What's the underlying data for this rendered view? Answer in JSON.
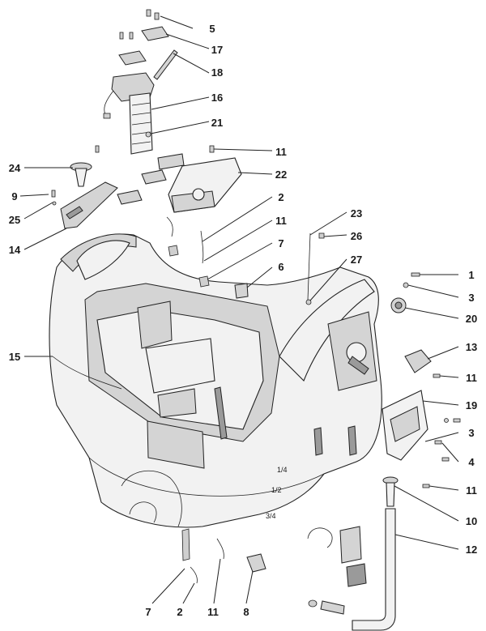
{
  "diagram": {
    "callouts": [
      {
        "id": "c5a",
        "label": "5"
      },
      {
        "id": "c17",
        "label": "17"
      },
      {
        "id": "c18",
        "label": "18"
      },
      {
        "id": "c16",
        "label": "16"
      },
      {
        "id": "c21",
        "label": "21"
      },
      {
        "id": "c11a",
        "label": "11"
      },
      {
        "id": "c22",
        "label": "22"
      },
      {
        "id": "c24",
        "label": "24"
      },
      {
        "id": "c9",
        "label": "9"
      },
      {
        "id": "c25",
        "label": "25"
      },
      {
        "id": "c14",
        "label": "14"
      },
      {
        "id": "c2a",
        "label": "2"
      },
      {
        "id": "c11b",
        "label": "11"
      },
      {
        "id": "c7a",
        "label": "7"
      },
      {
        "id": "c6",
        "label": "6"
      },
      {
        "id": "c23",
        "label": "23"
      },
      {
        "id": "c26",
        "label": "26"
      },
      {
        "id": "c27",
        "label": "27"
      },
      {
        "id": "c1",
        "label": "1"
      },
      {
        "id": "c3a",
        "label": "3"
      },
      {
        "id": "c20",
        "label": "20"
      },
      {
        "id": "c15",
        "label": "15"
      },
      {
        "id": "c13",
        "label": "13"
      },
      {
        "id": "c11c",
        "label": "11"
      },
      {
        "id": "c19",
        "label": "19"
      },
      {
        "id": "c3b",
        "label": "3"
      },
      {
        "id": "c4",
        "label": "4"
      },
      {
        "id": "c11d",
        "label": "11"
      },
      {
        "id": "c10",
        "label": "10"
      },
      {
        "id": "c12",
        "label": "12"
      },
      {
        "id": "c7b",
        "label": "7"
      },
      {
        "id": "c2b",
        "label": "2"
      },
      {
        "id": "c11e",
        "label": "11"
      },
      {
        "id": "c8",
        "label": "8"
      }
    ],
    "body_markings": [
      {
        "id": "m1",
        "label": "1/4"
      },
      {
        "id": "m2",
        "label": "1/2"
      },
      {
        "id": "m3",
        "label": "3/4"
      }
    ]
  }
}
